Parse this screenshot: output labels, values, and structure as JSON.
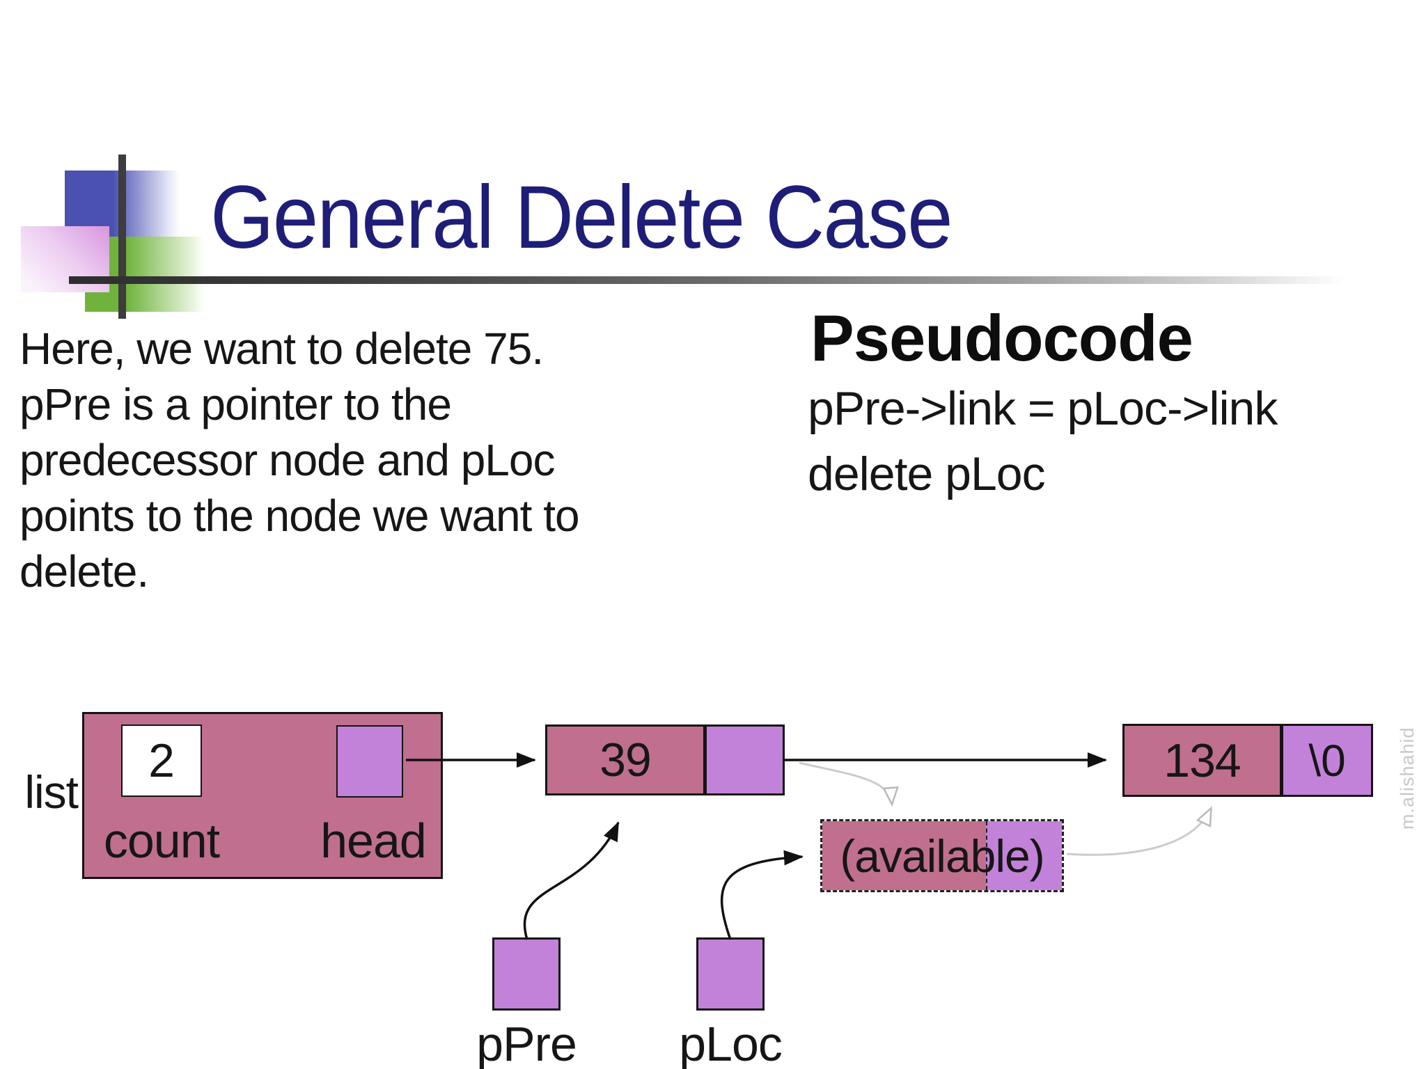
{
  "slide": {
    "title": "General Delete Case",
    "description": "Here, we want to delete 75.\npPre is a pointer to the\npredecessor node and pLoc\npoints to the node we want to\ndelete.",
    "pseudocode": {
      "heading": "Pseudocode",
      "lines": [
        "pPre->link = pLoc->link",
        "delete pLoc"
      ]
    },
    "diagram": {
      "list_label": "list",
      "count_label": "count",
      "count_value": "2",
      "head_label": "head",
      "node39": {
        "value": "39"
      },
      "node134": {
        "value": "134",
        "link": "\\0"
      },
      "available_label": "(available)",
      "pPre_label": "pPre",
      "pLoc_label": "pLoc"
    },
    "watermark": "m.alishahid",
    "colors": {
      "title": "#1e1e78",
      "node_fill": "#c06f8f",
      "pointer_fill": "#c382d9",
      "logo_blue": "#4a51b1",
      "logo_green": "#6fb33c",
      "logo_pink": "#d795de",
      "crosshair_bar": "#3d3d3d",
      "faded_arrow": "#cccccc",
      "watermark": "#c9c9c9"
    }
  }
}
